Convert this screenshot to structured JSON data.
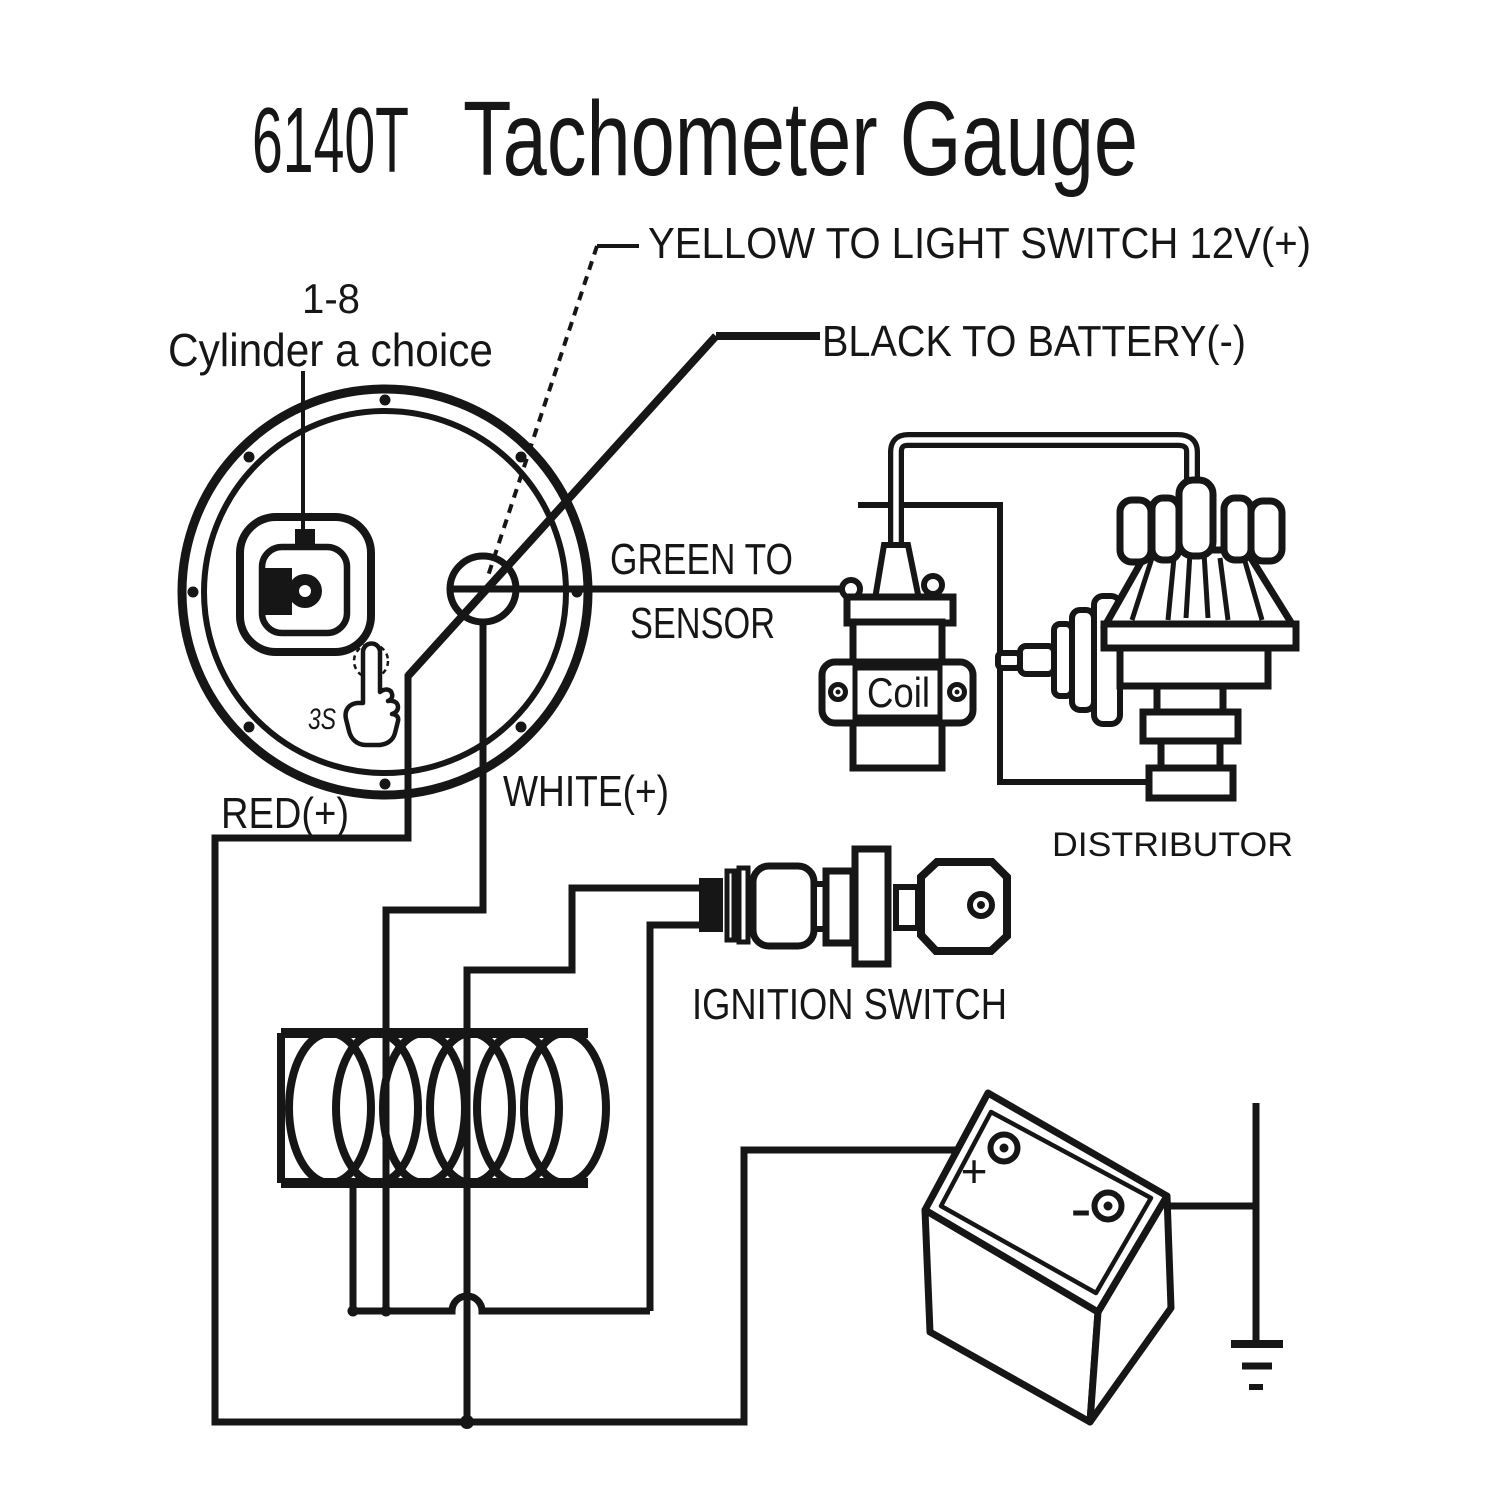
{
  "title": {
    "model": "6140T",
    "name": "Tachometer Gauge"
  },
  "gauge": {
    "cylinder_range": "1-8",
    "cylinder_label": "Cylinder a choice",
    "press_label": "3S"
  },
  "wire_labels": {
    "yellow": "YELLOW  TO LIGHT SWITCH 12V(+)",
    "black": "BLACK  TO BATTERY(-)",
    "green_line1": "GREEN TO",
    "green_line2": "SENSOR",
    "red": "RED(+)",
    "white": "WHITE(+)"
  },
  "components": {
    "coil": "Coil",
    "distributor": "DISTRIBUTOR",
    "ignition_switch": "IGNITION SWITCH",
    "battery_positive": "+",
    "battery_negative": "-"
  },
  "colors": {
    "ink": "#161616",
    "background": "#ffffff"
  }
}
